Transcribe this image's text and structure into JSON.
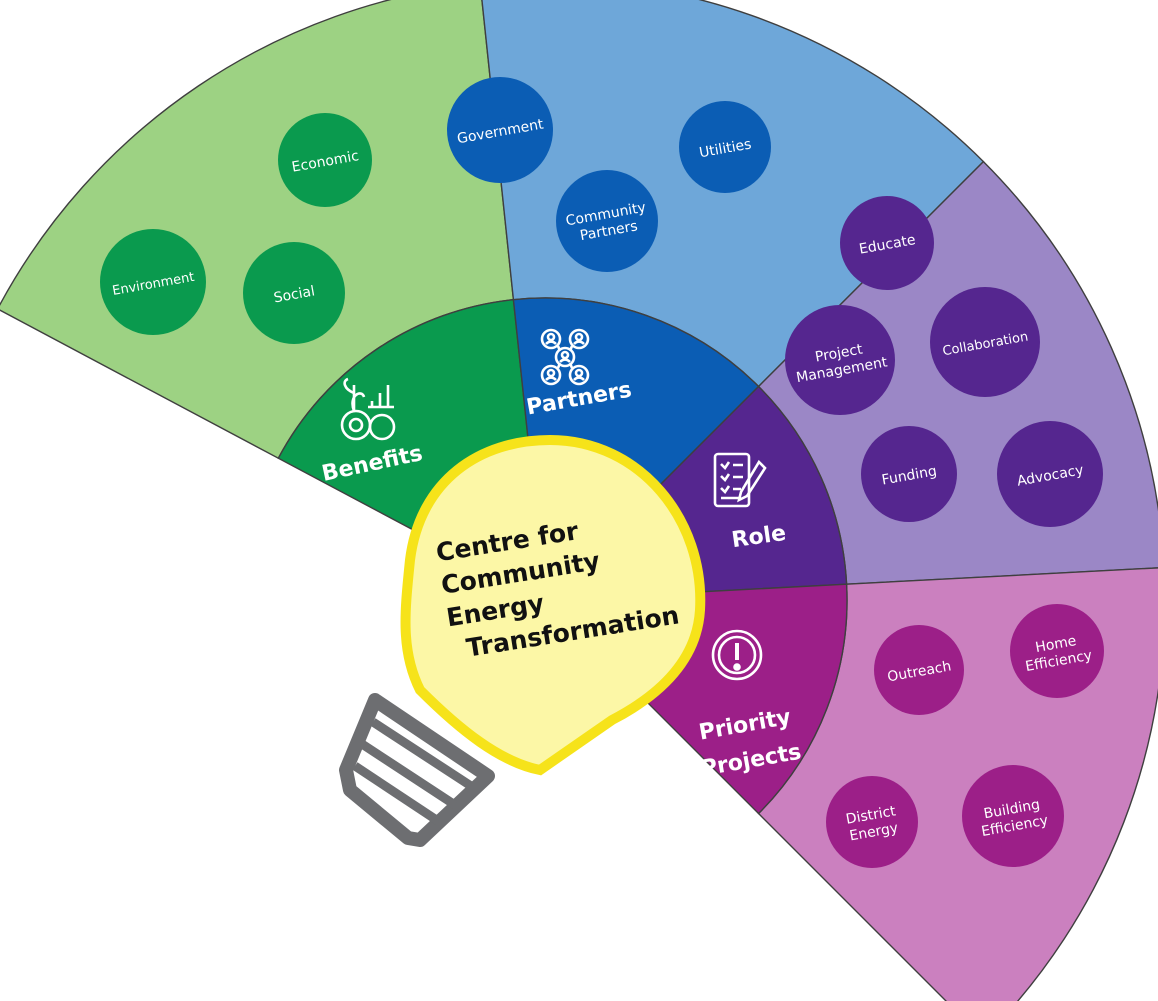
{
  "center": {
    "lines": [
      "Centre for",
      "Community",
      "Energy",
      "Transformation"
    ]
  },
  "sectors": [
    {
      "key": "benefits",
      "label": [
        "Benefits"
      ],
      "icon": "growth-coins-icon",
      "outer_color": "#9dd283",
      "inner_color": "#0a9a4e",
      "bubble_color": "#0a9a4e",
      "items": [
        {
          "lines": [
            "Economic"
          ]
        },
        {
          "lines": [
            "Environment"
          ]
        },
        {
          "lines": [
            "Social"
          ]
        }
      ]
    },
    {
      "key": "partners",
      "label": [
        "Partners"
      ],
      "icon": "people-network-icon",
      "outer_color": "#6ea7d9",
      "inner_color": "#0b5db4",
      "bubble_color": "#0b5db4",
      "items": [
        {
          "lines": [
            "Government"
          ]
        },
        {
          "lines": [
            "Utilities"
          ]
        },
        {
          "lines": [
            "Community",
            "Partners"
          ]
        }
      ]
    },
    {
      "key": "role",
      "label": [
        "Role"
      ],
      "icon": "checklist-pen-icon",
      "outer_color": "#9b87c6",
      "inner_color": "#55268f",
      "bubble_color": "#55268f",
      "items": [
        {
          "lines": [
            "Educate"
          ]
        },
        {
          "lines": [
            "Project",
            "Management"
          ]
        },
        {
          "lines": [
            "Collaboration"
          ]
        },
        {
          "lines": [
            "Funding"
          ]
        },
        {
          "lines": [
            "Advocacy"
          ]
        }
      ]
    },
    {
      "key": "priority-projects",
      "label": [
        "Priority",
        "Projects"
      ],
      "icon": "exclamation-circle-icon",
      "outer_color": "#cb80bf",
      "inner_color": "#9c1f88",
      "bubble_color": "#9c1f88",
      "items": [
        {
          "lines": [
            "Outreach"
          ]
        },
        {
          "lines": [
            "Home",
            "Efficiency"
          ]
        },
        {
          "lines": [
            "District",
            "Energy"
          ]
        },
        {
          "lines": [
            "Building",
            "Efficiency"
          ]
        }
      ]
    }
  ],
  "colors": {
    "bulb_fill": "#fcf7a6",
    "bulb_outline": "#f6e31a",
    "bulb_base": "#6d6e71",
    "divider": "#3f3f3f"
  }
}
